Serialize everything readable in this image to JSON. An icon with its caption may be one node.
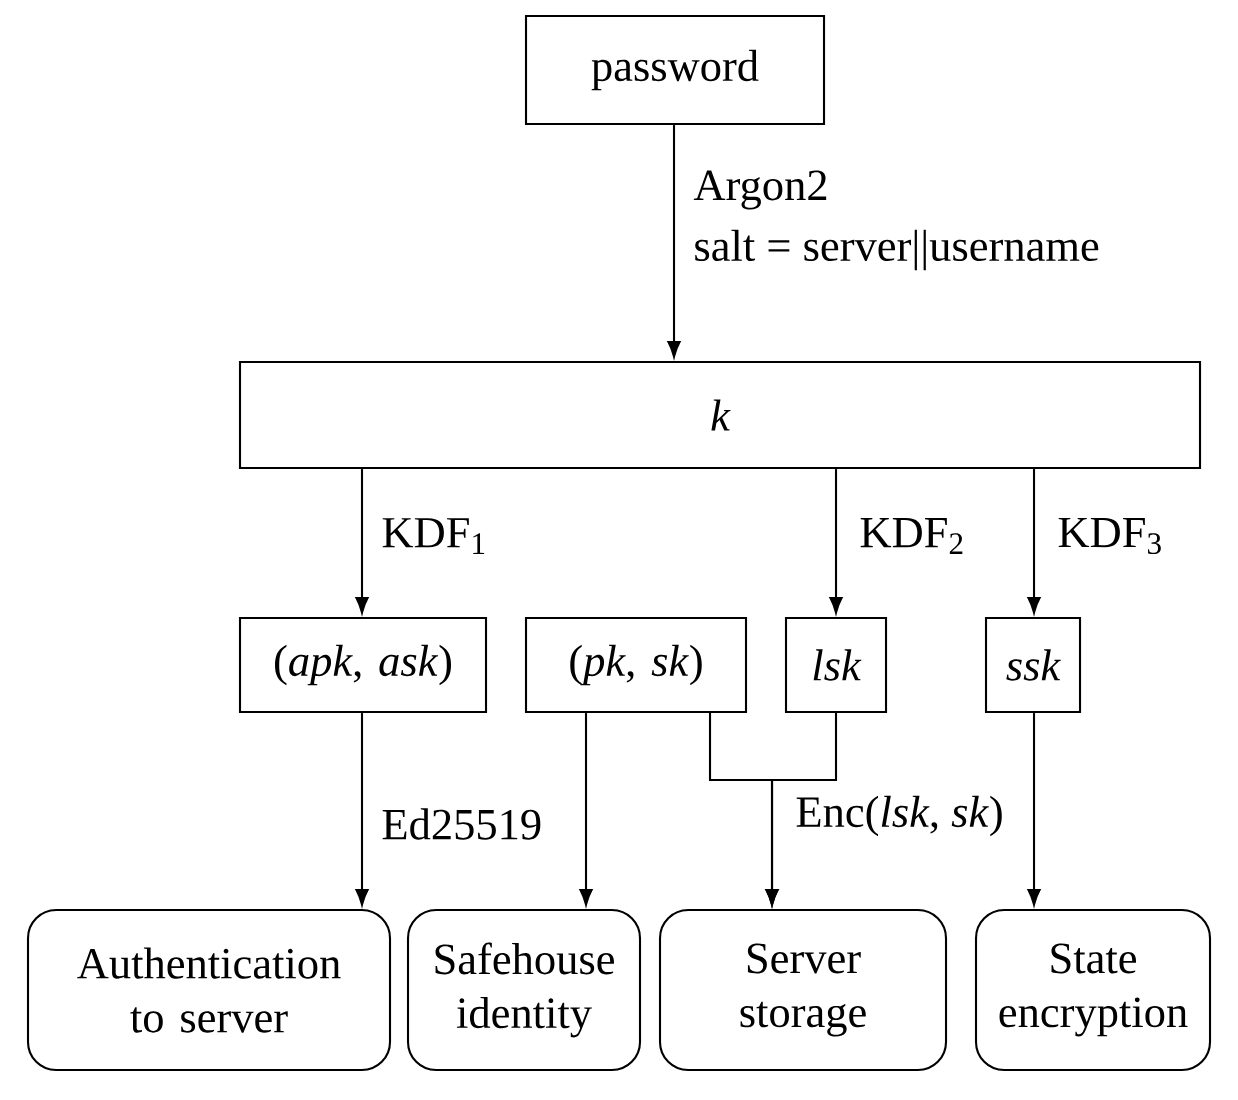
{
  "diagram": {
    "nodes": [
      {
        "text": [
          "password"
        ]
      },
      {
        "text": [
          "k"
        ]
      },
      {
        "text": [
          "(*apk*, *ask*)"
        ]
      },
      {
        "text": [
          "(*pk*, *sk*)"
        ]
      },
      {
        "text": [
          "lsk"
        ]
      },
      {
        "text": [
          "ssk"
        ]
      },
      {
        "text": [
          "Authentication to server"
        ]
      },
      {
        "text": [
          "Safehouse identity"
        ]
      },
      {
        "text": [
          "Server storage"
        ]
      },
      {
        "text": [
          "State encryption"
        ]
      }
    ],
    "edges": [
      {
        "from": 0,
        "to": 1,
        "arrow": "to",
        "label": "Argon2"
      },
      {
        "from": 1,
        "to": 2,
        "arrow": "to",
        "label": "KDF$_{1}$"
      },
      {
        "from": 1,
        "to": 4,
        "arrow": "to",
        "label": "KDF$_{2}$"
      },
      {
        "from": 1,
        "to": 5,
        "arrow": "to",
        "label": "KDF$_{3}$"
      },
      {
        "from": 2,
        "to": 6,
        "arrow": "to",
        "label": "Ed25519"
      },
      {
        "from": 3,
        "to": 7,
        "arrow": "to"
      },
      {
        "from": 3,
        "to": 8,
        "arrow": "to"
      },
      {
        "from": 4,
        "to": 8,
        "arrow": "to",
        "label": "Enc(*lsk*, *sk*)"
      },
      {
        "from": 5,
        "to": 9,
        "arrow": "to"
      }
    ],
    "labels": [
      "salt = server||username"
    ]
  }
}
